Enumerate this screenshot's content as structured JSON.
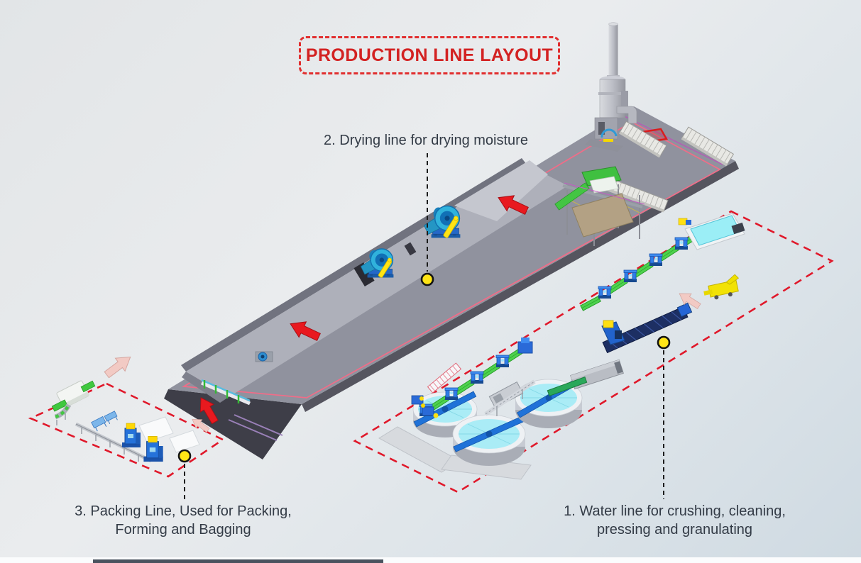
{
  "title": {
    "label": "PRODUCTION LINE LAYOUT"
  },
  "callouts": {
    "drying": {
      "number": "2",
      "label": "2. Drying line for drying moisture"
    },
    "water": {
      "number": "1",
      "label_line1": "1. Water line for crushing, cleaning,",
      "label_line2": "pressing and granulating"
    },
    "packing": {
      "number": "3",
      "label_line1": "3. Packing Line, Used for Packing,",
      "label_line2": "Forming and Bagging"
    }
  },
  "palette": {
    "accent_red": "#d32222",
    "dashed_region_red": "#e0182a",
    "leader_dot_yellow": "#ffe516",
    "platform_gray": "#90929e",
    "platform_side": "#55555f",
    "ramp_gray": "#aeb0ba",
    "machine_blue": "#2f7de8",
    "conveyor_green": "#4ed14e",
    "fan_cyan": "#30b2dc",
    "pipe_yellow": "#ffe414",
    "tank_water_cyan": "#aaecf6",
    "tank_bridge_blue": "#1f72d8",
    "flow_arrow_red": "#e8191f",
    "flow_arrow_pink": "#f2cac4",
    "deck_line_pink": "#ef6d88"
  }
}
